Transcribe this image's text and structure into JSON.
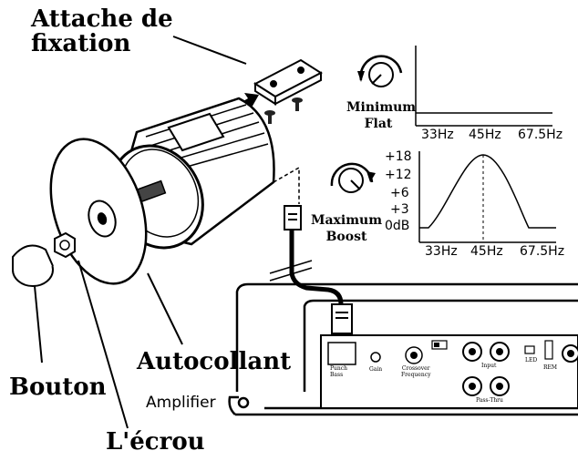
{
  "labels": {
    "mount_bracket": [
      "Attache de",
      "fixation"
    ],
    "sticker": "Autocollant",
    "knob": "Bouton",
    "nut": "L'écrou",
    "amplifier": "Amplifier"
  },
  "dials": {
    "minimum": [
      "Minimum",
      "Flat"
    ],
    "maximum": [
      "Maximum",
      "Boost"
    ]
  },
  "chart_data": [
    {
      "type": "line",
      "x_ticks": [
        "33Hz",
        "45Hz",
        "67.5Hz"
      ],
      "y_ticks": [],
      "series": [
        {
          "x": [
            "33Hz",
            "45Hz",
            "67.5Hz"
          ],
          "y": [
            0,
            0,
            0
          ]
        }
      ]
    },
    {
      "type": "line",
      "x_ticks": [
        "33Hz",
        "45Hz",
        "67.5Hz"
      ],
      "y_ticks": [
        "+18",
        "+12",
        "+6",
        "+3",
        "0dB"
      ],
      "peak_x": "45Hz",
      "peak_y": "+18"
    }
  ],
  "amp_panel": {
    "punch_bass": [
      "Punch",
      "Bass"
    ],
    "gain": "Gain",
    "crossover": [
      "Crossover",
      "Frequency"
    ],
    "input": "Input",
    "pass_thru": "Pass-Thru",
    "led": "LED",
    "rem": "REM"
  }
}
